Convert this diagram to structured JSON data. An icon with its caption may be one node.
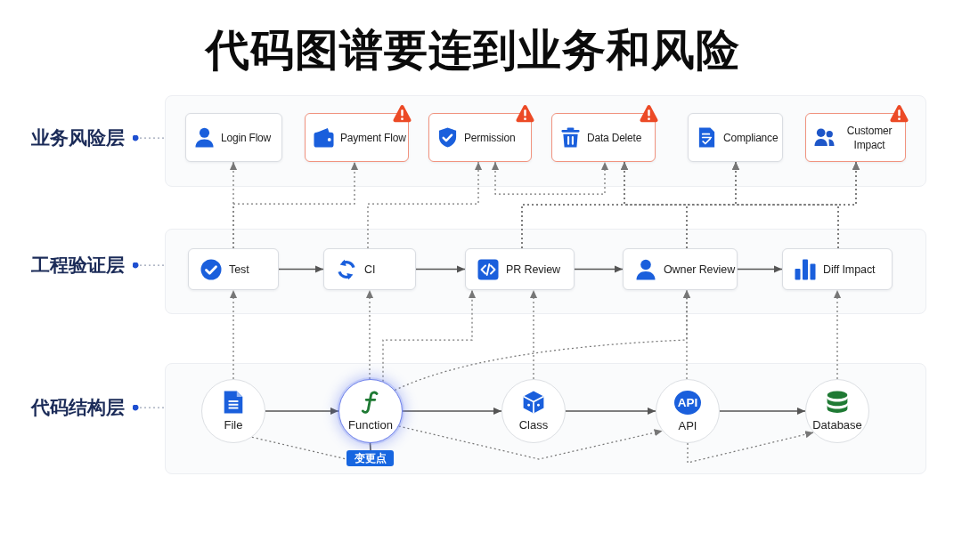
{
  "diagram": {
    "title": "代码图谱要连到业务和风险",
    "nodes": [
      {
        "text": [
          "业务风险层"
        ]
      },
      {
        "text": [],
        "shape": "box"
      },
      {
        "text": [
          "Login Flow"
        ],
        "in": 1
      },
      {
        "text": [
          "Payment Flow"
        ],
        "in": 1
      },
      {
        "text": [
          "Permission"
        ],
        "in": 1
      },
      {
        "text": [
          "Data Delete"
        ],
        "in": 1
      },
      {
        "text": [
          "Compliance"
        ],
        "in": 1
      },
      {
        "text": [
          "Customer Impact"
        ],
        "in": 1
      },
      {
        "text": [
          "工程验证层"
        ]
      },
      {
        "text": [],
        "shape": "box"
      },
      {
        "text": [
          "Test"
        ],
        "in": 9
      },
      {
        "text": [
          "CI"
        ],
        "in": 9
      },
      {
        "text": [
          "PR Review"
        ],
        "in": 9
      },
      {
        "text": [
          "Owner Review"
        ],
        "in": 9
      },
      {
        "text": [
          "Diff Impact"
        ],
        "in": 9
      },
      {
        "text": [
          "代码结构层"
        ]
      },
      {
        "text": [],
        "shape": "box"
      },
      {
        "text": [
          "File"
        ],
        "in": 16
      },
      {
        "text": [
          "Function"
        ],
        "in": 16
      },
      {
        "text": [
          "变更点"
        ],
        "in": 16
      },
      {
        "text": [
          "Class"
        ],
        "in": 16
      },
      {
        "text": [
          "API",
          "API"
        ],
        "in": 16
      },
      {
        "text": [
          "Database"
        ],
        "in": 16
      }
    ],
    "edges": [
      {
        "from": 10,
        "to": 11,
        "arrow": "to"
      },
      {
        "from": 11,
        "to": 12,
        "arrow": "to"
      },
      {
        "from": 12,
        "to": 13,
        "arrow": "to"
      },
      {
        "from": 13,
        "to": 14,
        "arrow": "to"
      },
      {
        "from": 17,
        "to": 18,
        "arrow": "to"
      },
      {
        "from": 18,
        "to": 20,
        "arrow": "to"
      },
      {
        "from": 20,
        "to": 21,
        "arrow": "to"
      },
      {
        "from": 21,
        "to": 22,
        "arrow": "to"
      },
      {
        "from": 0,
        "to": 1,
        "arrow": "other",
        "style": "dashed",
        "color": "#9aa3b5"
      },
      {
        "from": 8,
        "to": 9,
        "arrow": "other",
        "style": "dashed",
        "color": "#9aa3b5"
      },
      {
        "from": 15,
        "to": 16,
        "arrow": "other",
        "style": "dashed",
        "color": "#9aa3b5"
      },
      {
        "from": 17,
        "to": 10,
        "arrow": "to",
        "style": "dashed"
      },
      {
        "from": 18,
        "to": 11,
        "arrow": "to",
        "style": "dashed"
      },
      {
        "from": 18,
        "to": 12,
        "arrow": "to",
        "style": "dashed"
      },
      {
        "from": 20,
        "to": 12,
        "arrow": "to",
        "style": "dashed"
      },
      {
        "from": 18,
        "to": 13,
        "arrow": "to",
        "style": "dashed"
      },
      {
        "from": 21,
        "to": 13,
        "arrow": "to",
        "style": "dashed"
      },
      {
        "from": 22,
        "to": 14,
        "arrow": "to",
        "style": "dashed"
      },
      {
        "from": 10,
        "to": 2,
        "arrow": "to",
        "style": "dashed"
      },
      {
        "from": 10,
        "to": 3,
        "arrow": "to",
        "style": "dashed"
      },
      {
        "from": 11,
        "to": 4,
        "arrow": "to",
        "style": "dashed"
      },
      {
        "from": 4,
        "to": 5,
        "arrow": "both",
        "style": "dashed"
      },
      {
        "from": 12,
        "to": 5,
        "arrow": "to",
        "style": "dashed"
      },
      {
        "from": 12,
        "to": 6,
        "arrow": "to",
        "style": "dashed"
      },
      {
        "from": 12,
        "to": 7,
        "arrow": "to",
        "style": "dashed"
      },
      {
        "from": 13,
        "to": 5,
        "arrow": "to",
        "style": "dashed"
      },
      {
        "from": 13,
        "to": 6,
        "arrow": "to",
        "style": "dashed"
      },
      {
        "from": 13,
        "to": 7,
        "arrow": "to",
        "style": "dashed"
      },
      {
        "from": 14,
        "to": 5,
        "arrow": "to",
        "style": "dashed"
      },
      {
        "from": 14,
        "to": 6,
        "arrow": "to",
        "style": "dashed"
      },
      {
        "from": 14,
        "to": 7,
        "arrow": "to",
        "style": "dashed"
      },
      {
        "from": 17,
        "to": 19,
        "arrow": "none",
        "style": "dashed"
      },
      {
        "from": 18,
        "to": 19,
        "arrow": "none"
      },
      {
        "from": 18,
        "to": 21,
        "arrow": "to",
        "style": "dashed"
      },
      {
        "from": 21,
        "to": 22,
        "arrow": "to",
        "style": "dashed"
      }
    ]
  }
}
